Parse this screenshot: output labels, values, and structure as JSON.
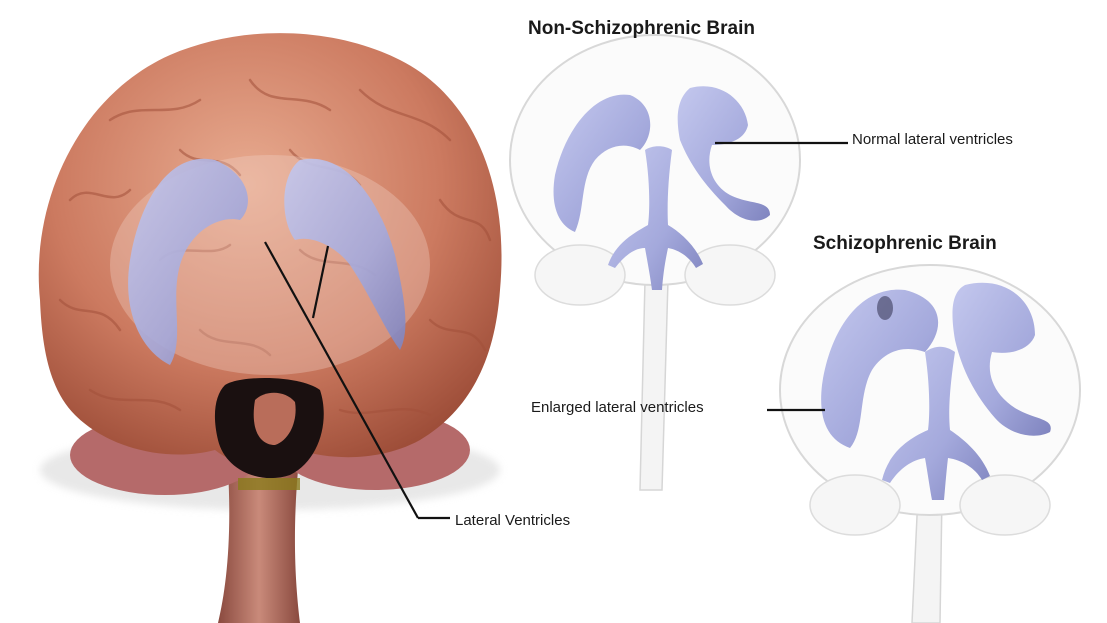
{
  "titles": {
    "normal": "Non-Schizophrenic Brain",
    "schizophrenic": "Schizophrenic Brain"
  },
  "labels": {
    "normal_ventricles": "Normal lateral ventricles",
    "enlarged_ventricles": "Enlarged lateral ventricles",
    "lateral_ventricles": "Lateral Ventricles"
  },
  "colors": {
    "brain": "#c9725a",
    "brain_light": "#e3a085",
    "brain_dark": "#9a4a35",
    "ventricle": "#a9aee0",
    "ventricle_dark": "#7d82bd",
    "outline": "#d8d8d8",
    "leader": "#111111"
  }
}
